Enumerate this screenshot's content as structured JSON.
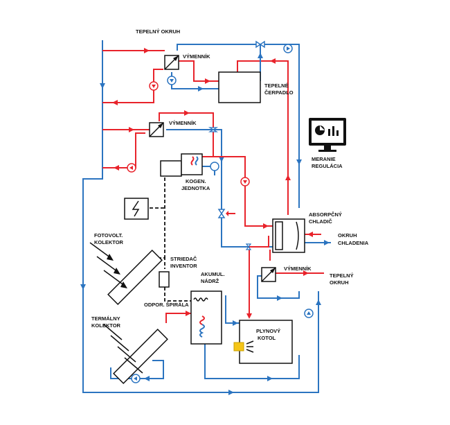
{
  "labels": {
    "tepelny_okruh_top": "TEPELNÝ OKRUH",
    "vymennik_1": "VÝMENNÍK",
    "tepelne_cerpadlo_1": "TEPELNÉ",
    "tepelne_cerpadlo_2": "ČERPADLO",
    "vymennik_2": "VÝMENNÍK",
    "meranie": "MERANIE",
    "regulacia": "REGULÁCIA",
    "kogen_1": "KOGEN.",
    "kogen_2": "JEDNOTKA",
    "absorpcny_1": "ABSORPČNÝ",
    "absorpcny_2": "CHLADIČ",
    "okruh_chladenia_1": "OKRUH",
    "okruh_chladenia_2": "CHLADENIA",
    "fotovolt_1": "FOTOVOLT.",
    "fotovolt_2": "KOLEKTOR",
    "striedac_1": "STRIEDAČ",
    "striedac_2": "INVENTOR",
    "akumul_1": "AKUMUL.",
    "akumul_2": "NÁDRŽ",
    "vymennik_3": "VÝMENNÍK",
    "tepelny_okruh_right_1": "TEPELNÝ",
    "tepelny_okruh_right_2": "OKRUH",
    "odpor_spirala": "ODPOR. ŠPIRÁLA",
    "termalny_1": "TERMÁLNY",
    "termalny_2": "KOLEKTOR",
    "plynovy_1": "PLYNOVÝ",
    "plynovy_2": "KOTOL"
  },
  "colors": {
    "hot": "#e8232b",
    "cold": "#2b74c0",
    "line": "#111111",
    "burner": "#f5c518"
  },
  "icons": [
    "heat-exchanger-icon",
    "pump-icon",
    "valve-icon",
    "monitor-chart-icon",
    "lightning-icon",
    "burner-flame-icon",
    "solar-panel-icon"
  ]
}
